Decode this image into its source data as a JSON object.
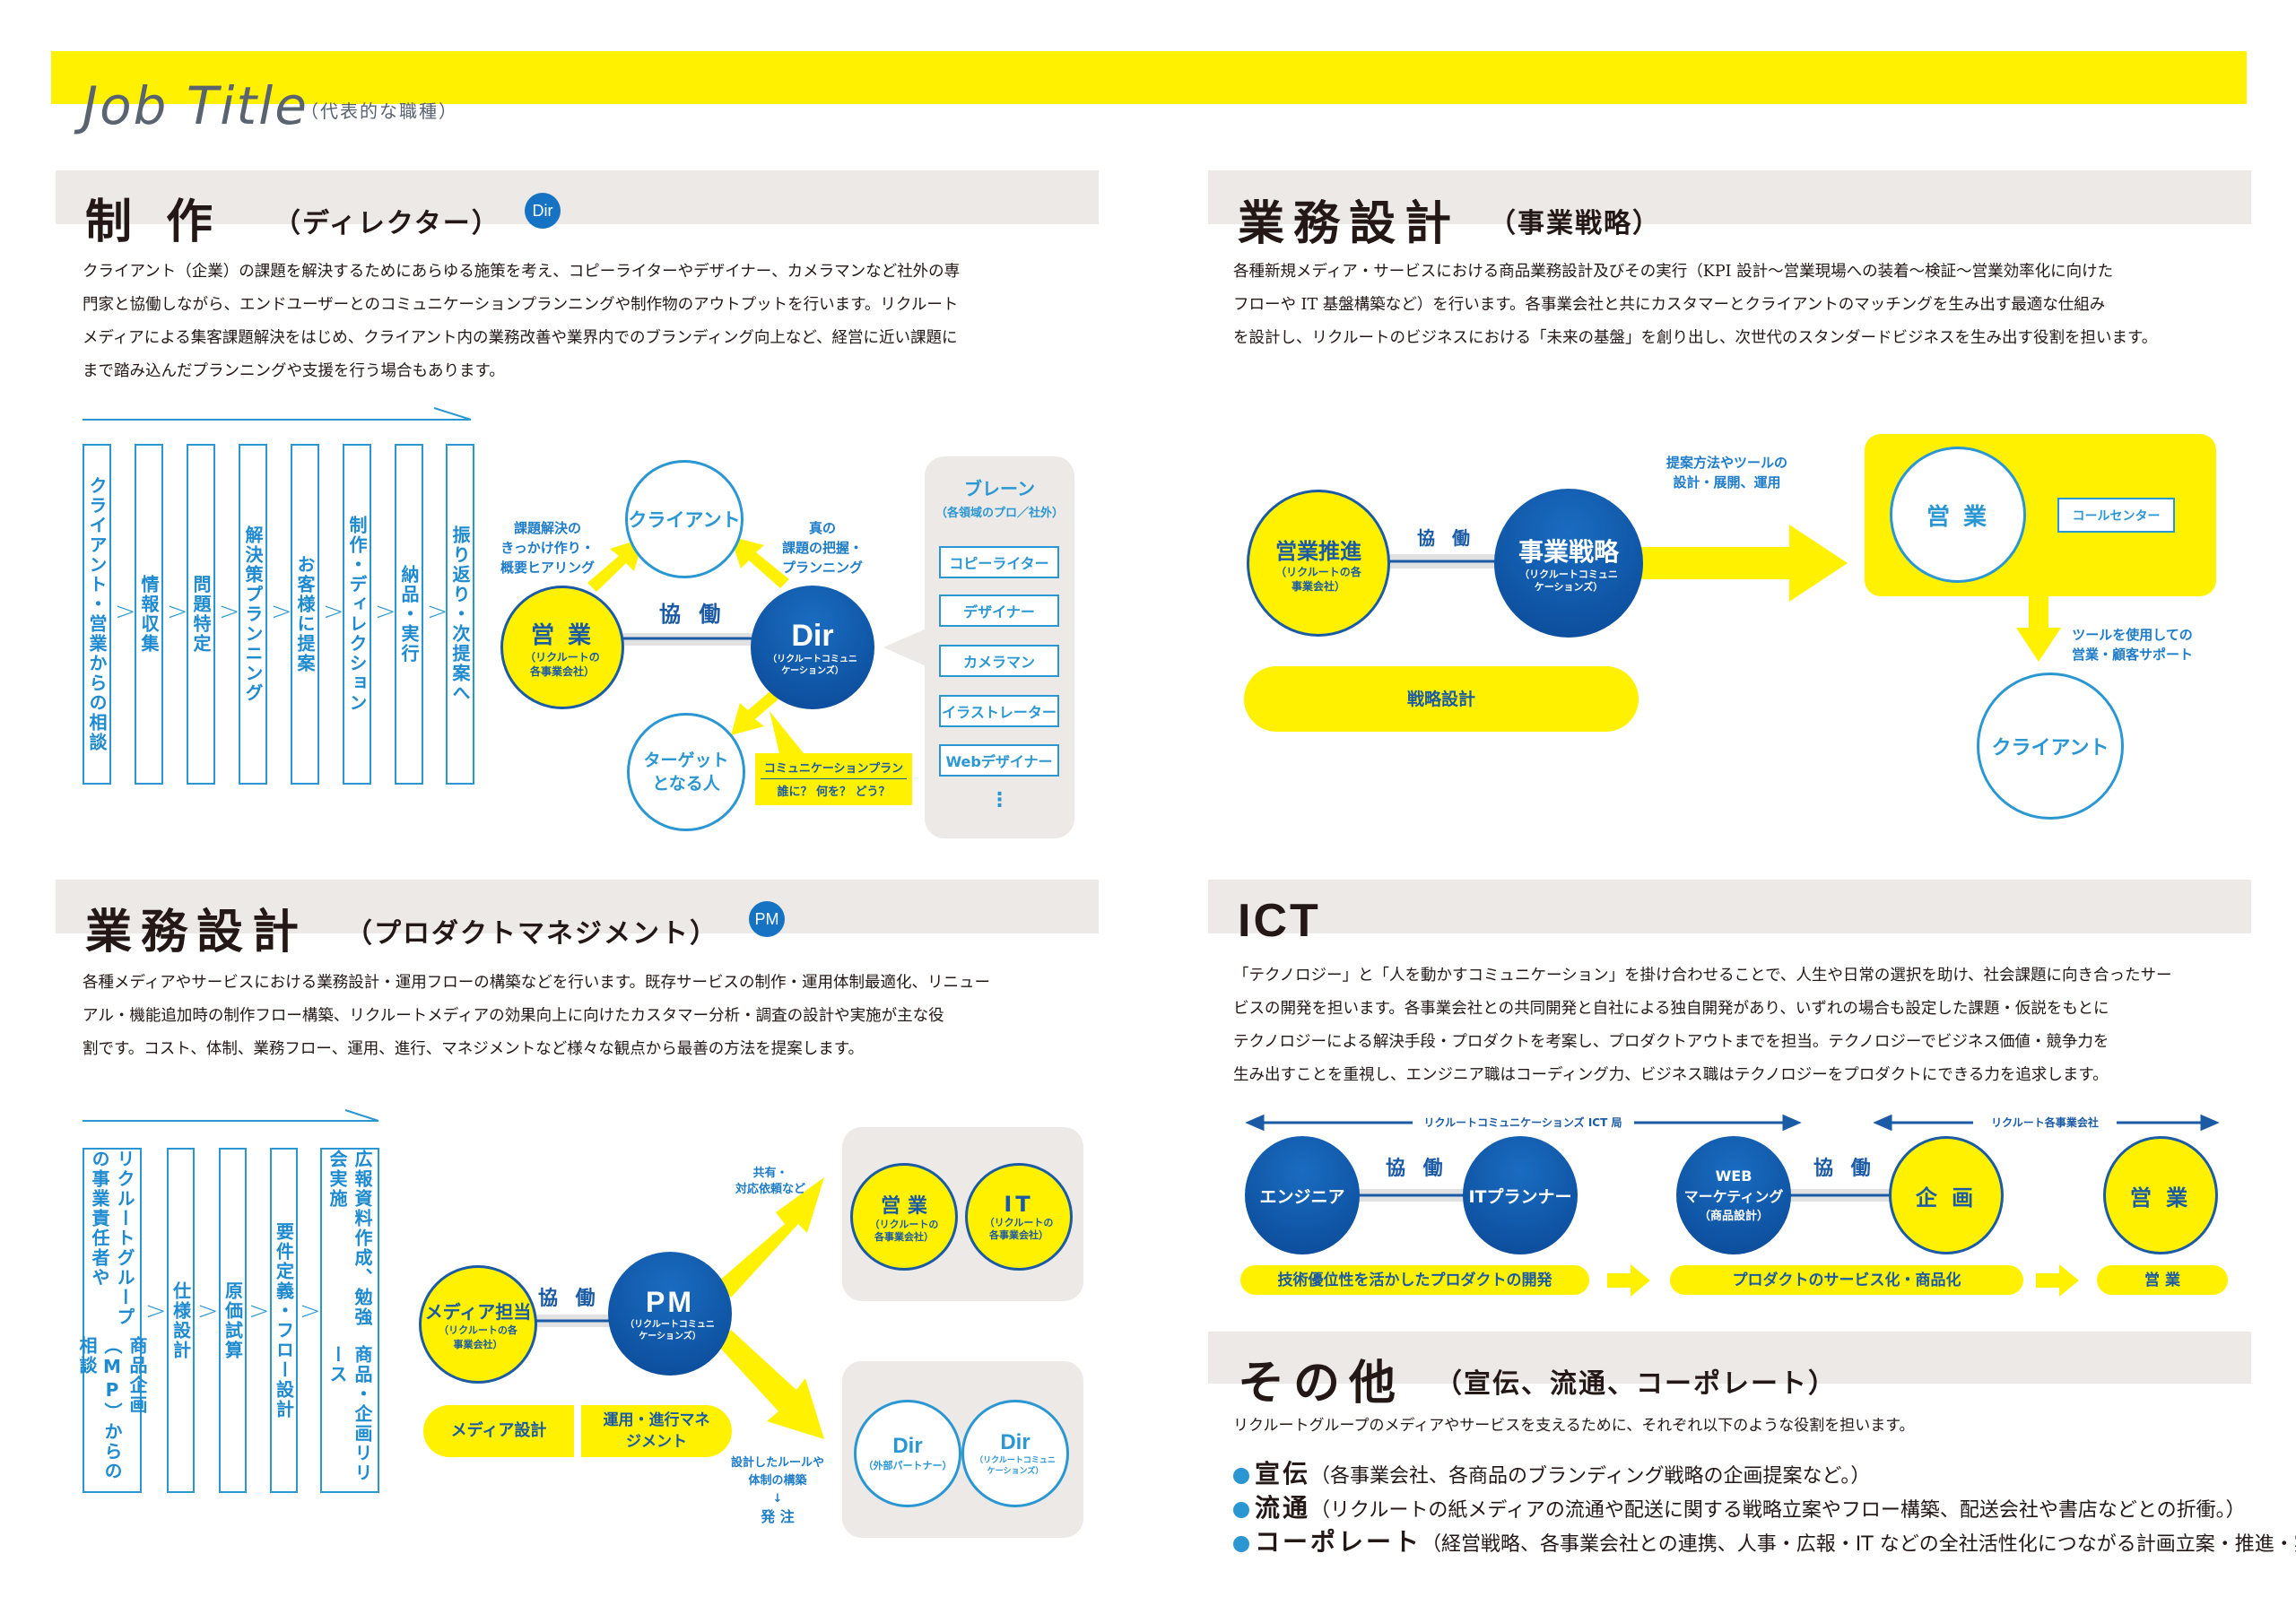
{
  "header": {
    "title": "Job Title",
    "subtitle": "（代表的な職種）"
  },
  "colors": {
    "yellow": "#fff100",
    "blue": "#0a5aa8",
    "light_blue": "#2a97d3",
    "gray": "#ece9e6"
  },
  "s1": {
    "title": "制 作",
    "subtitle": "（ディレクター）",
    "badge": "Dir",
    "lines": [
      "クライアント（企業）の課題を解決するためにあらゆる施策を考え、コピーライターやデザイナー、カメラマンなど社外の専",
      "門家と協働しながら、エンドユーザーとのコミュニケーションプランニングや制作物のアウトプットを行います。リクルート",
      "メディアによる集客課題解決をはじめ、クライアント内の業務改善や業界内でのブランディング向上など、経営に近い課題に",
      "まで踏み込んだプランニングや支援を行う場合もあります。"
    ],
    "flow": [
      "クライアント・営業からの相談",
      "情報収集",
      "問題特定",
      "解決策プランニング",
      "お客様に提案",
      "制作・ディレクション",
      "納品・実行",
      "振り返り・次提案へ"
    ],
    "arrow_glyph": ">",
    "diagram": {
      "client": "クライアント",
      "sales": "営 業",
      "sales_sub": "（リクルートの各事業会社）",
      "dir": "Dir",
      "dir_sub": "（リクルートコミュニケーションズ）",
      "target": "ターゲットとなる人",
      "collab": "協 働",
      "left_label": [
        "課題解決の",
        "きっかけ作り・",
        "概要ヒアリング"
      ],
      "right_label": [
        "真の",
        "課題の把握・",
        "プランニング"
      ],
      "plan": "コミュニケーションプラン",
      "plan_q": "誰に？ 何を？ どう？",
      "brain_title": "ブレーン",
      "brain_sub": "（各領域のプロ／社外）",
      "brain_items": [
        "コピーライター",
        "デザイナー",
        "カメラマン",
        "イラストレーター",
        "Webデザイナー"
      ],
      "more": "⋮"
    }
  },
  "s2": {
    "title": "業務設計",
    "subtitle": "（事業戦略）",
    "lines": [
      "各種新規メディア・サービスにおける商品業務設計及びその実行（KPI 設計〜営業現場への装着〜検証〜営業効率化に向けた",
      "フローや IT 基盤構築など）を行います。各事業会社と共にカスタマーとクライアントのマッチングを生み出す最適な仕組み",
      "を設計し、リクルートのビジネスにおける「未来の基盤」を創り出し、次世代のスタンダードビジネスを生み出す役割を担います。"
    ],
    "diagram": {
      "promo": "営業推進",
      "promo_sub": "（リクルートの各事業会社）",
      "collab": "協 働",
      "strategy": "事業戦略",
      "strategy_sub": "（リクルートコミュニケーションズ）",
      "arrow_label": [
        "提案方法やツールの",
        "設計・展開、運用"
      ],
      "sales": "営 業",
      "callcenter": "コールセンター",
      "down_label": [
        "ツールを使用しての",
        "営業・顧客サポート"
      ],
      "client": "クライアント",
      "pill": "戦略設計"
    }
  },
  "s3": {
    "title": "業務設計",
    "subtitle": "（プロダクトマネジメント）",
    "badge": "PM",
    "lines": [
      "各種メディアやサービスにおける業務設計・運用フローの構築などを行います。既存サービスの制作・運用体制最適化、リニュー",
      "アル・機能追加時の制作フロー構築、リクルートメディアの効果向上に向けたカスタマー分析・調査の設計や実施が主な役",
      "割です。コスト、体制、業務フロー、運用、進行、マネジメントなど様々な観点から最善の方法を提案します。"
    ],
    "flow": [
      "リクルートグループの事業責任者や商品企画（MP）からの相談",
      "仕様設計",
      "原価試算",
      "要件定義・フロー設計",
      "広報資料作成、勉強会実施商品・企画リリース"
    ],
    "flow_lines": [
      [
        "リクルートグループの事業責任者や",
        "商品企画（MP）からの相談"
      ],
      [
        "広報資料作成、勉強会実施",
        "商品・企画リリース"
      ]
    ],
    "diagram": {
      "media": "メディア担当",
      "media_sub": "（リクルートの各事業会社）",
      "collab": "協 働",
      "pm": "PM",
      "pm_sub": "（リクルートコミュニケーションズ）",
      "pill1": "メディア設計",
      "pill2": "運用・進行マネジメント",
      "up_label": [
        "共有・",
        "対応依頼など"
      ],
      "down_label": [
        "設計したルールや",
        "体制の構築",
        "↓",
        "発 注"
      ],
      "sales": "営 業",
      "sales_sub": "（リクルートの各事業会社）",
      "it": "IT",
      "it_sub": "（リクルートの各事業会社）",
      "dir_ext": "Dir",
      "dir_ext_sub": "（外部パートナー）",
      "dir_rc": "Dir",
      "dir_rc_sub": "（リクルートコミュニケーションズ）"
    }
  },
  "s4": {
    "title": "ICT",
    "lines": [
      "「テクノロジー」と「人を動かすコミュニケーション」を掛け合わせることで、人生や日常の選択を助け、社会課題に向き合ったサー",
      "ビスの開発を担います。各事業会社との共同開発と自社による独自開発があり、いずれの場合も設定した課題・仮説をもとに",
      "テクノロジーによる解決手段・プロダクトを考案し、プロダクトアウトまでを担当。テクノロジーでビジネス価値・競争力を",
      "生み出すことを重視し、エンジニア職はコーディング力、ビジネス職はテクノロジーをプロダクトにできる力を追求します。"
    ],
    "diagram": {
      "range1": "リクルートコミュニケーションズ ICT 局",
      "range2": "リクルート各事業会社",
      "engineer": "エンジニア",
      "collab1": "協 働",
      "planner": "ITプランナー",
      "web": [
        "WEB",
        "マーケティング",
        "（商品設計）"
      ],
      "collab2": "協 働",
      "planning": "企 画",
      "sales": "営 業",
      "pill1": "技術優位性を活かしたプロダクトの開発",
      "pill2": "プロダクトのサービス化・商品化",
      "pill3": "営 業"
    }
  },
  "s5": {
    "title": "その他",
    "subtitle": "（宣伝、流通、コーポレート）",
    "intro": "リクルートグループのメディアやサービスを支えるために、それぞれ以下のような役割を担います。",
    "items": [
      {
        "head": "宣伝",
        "desc": "（各事業会社、各商品のブランディング戦略の企画提案など。）"
      },
      {
        "head": "流通",
        "desc": "（リクルートの紙メディアの流通や配送に関する戦略立案やフロー構築、配送会社や書店などとの折衝。）"
      },
      {
        "head": "コーポレート",
        "desc": "（経営戦略、各事業会社との連携、人事・広報・IT などの全社活性化につながる計画立案・推進・実行。）"
      }
    ]
  }
}
